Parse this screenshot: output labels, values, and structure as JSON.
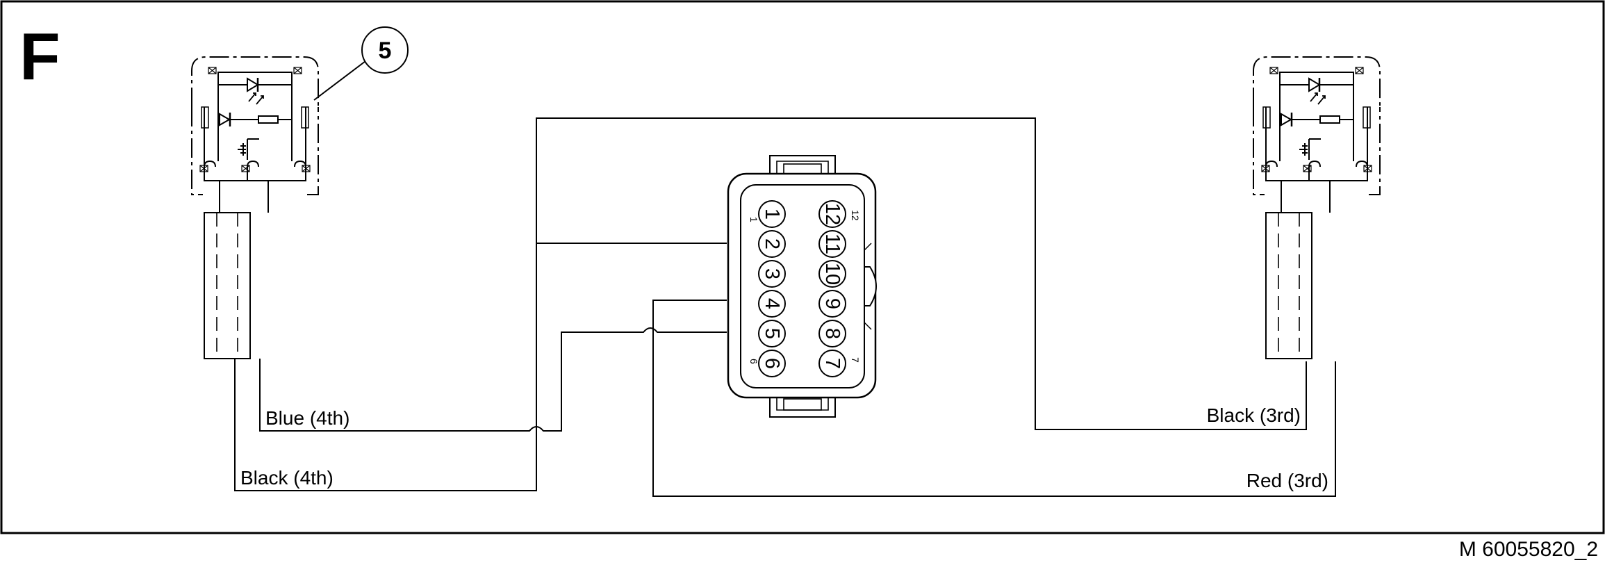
{
  "panel_letter": "F",
  "callout": {
    "number": "5"
  },
  "wires": {
    "blue_4th": "Blue (4th)",
    "black_4th": "Black (4th)",
    "black_3rd": "Black (3rd)",
    "red_3rd": "Red (3rd)"
  },
  "connector": {
    "pins_left": [
      "1",
      "2",
      "3",
      "4",
      "5",
      "6"
    ],
    "pins_right": [
      "12",
      "11",
      "10",
      "9",
      "8",
      "7"
    ],
    "corner_marks": {
      "top_left": "1",
      "top_right": "12",
      "bottom_left": "6",
      "bottom_right": "7"
    }
  },
  "reference_code": "M 60055820_2",
  "icons": {
    "sensor": "reflex-sensor-schematic-icon",
    "connector": "twelve-pin-connector-icon"
  },
  "colors": {
    "line": "#000000",
    "background": "#ffffff"
  }
}
